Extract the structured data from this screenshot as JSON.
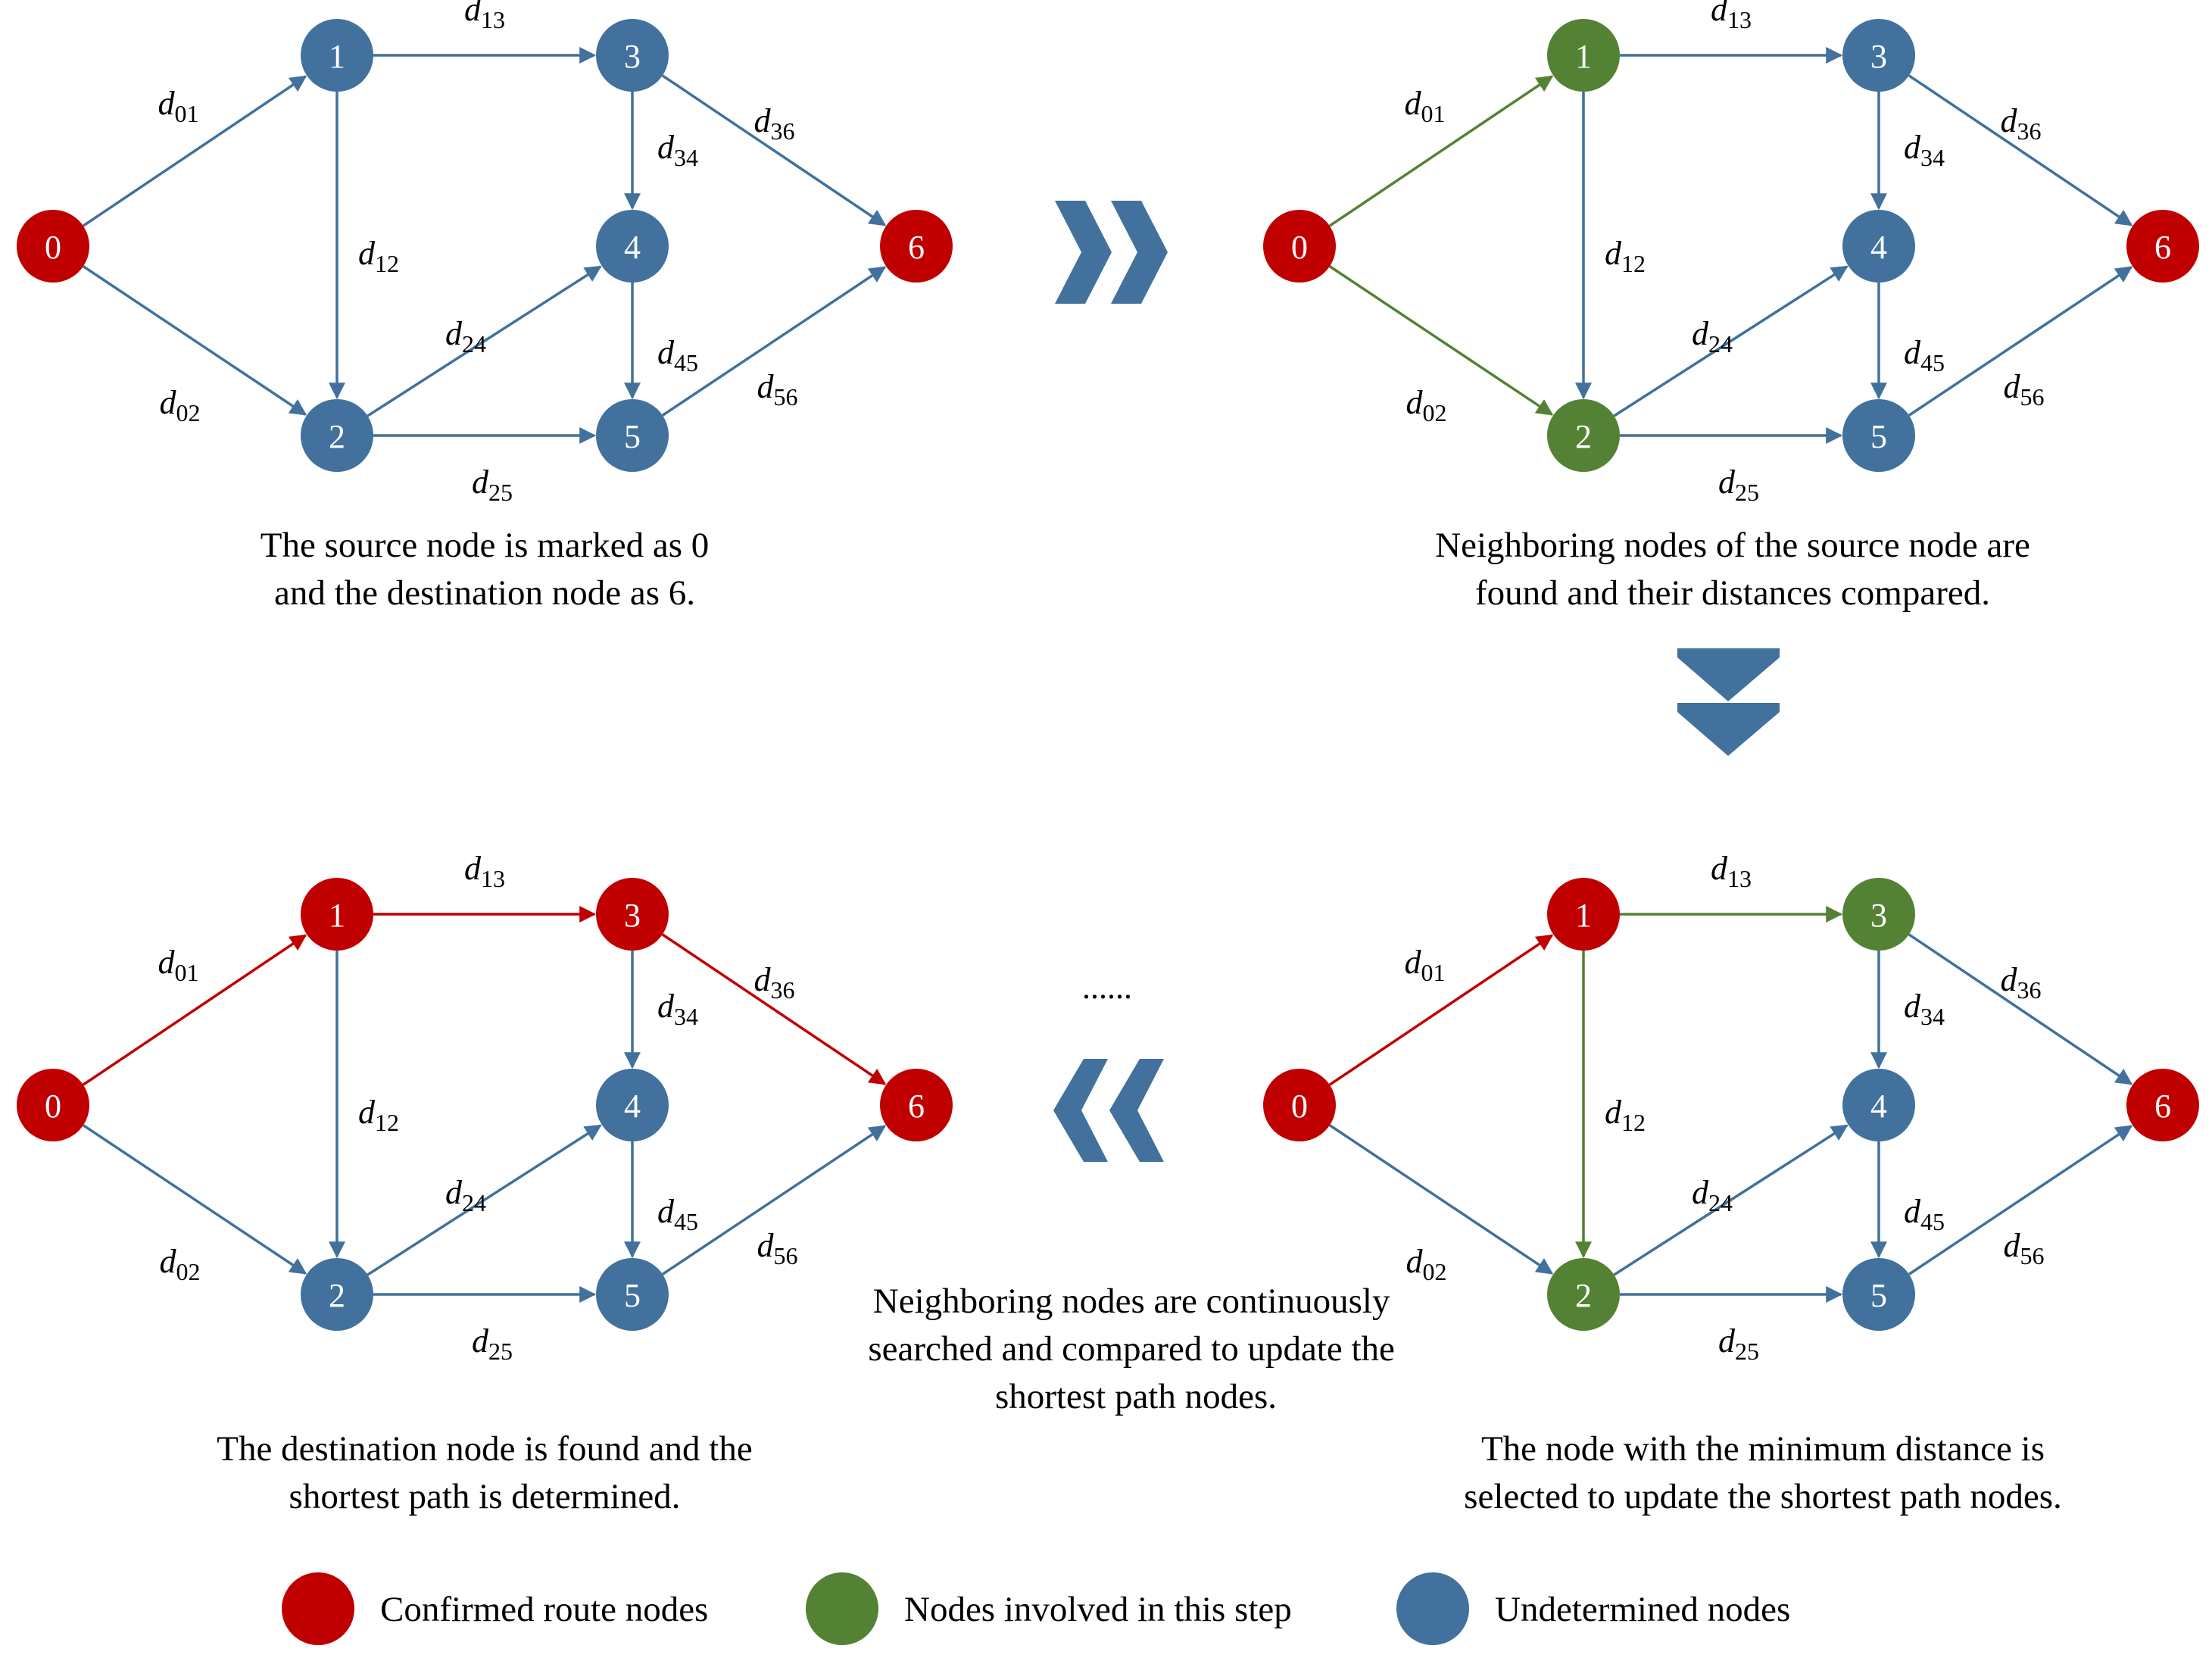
{
  "colors": {
    "confirmed": "#c00000",
    "involved": "#548235",
    "undetermined": "#41719c",
    "text": "#000000"
  },
  "graph": {
    "nodes": [
      "0",
      "1",
      "2",
      "3",
      "4",
      "5",
      "6"
    ],
    "edges": [
      {
        "from": 0,
        "to": 1,
        "label": "d",
        "sub": "01"
      },
      {
        "from": 0,
        "to": 2,
        "label": "d",
        "sub": "02"
      },
      {
        "from": 1,
        "to": 2,
        "label": "d",
        "sub": "12"
      },
      {
        "from": 1,
        "to": 3,
        "label": "d",
        "sub": "13"
      },
      {
        "from": 2,
        "to": 4,
        "label": "d",
        "sub": "24"
      },
      {
        "from": 2,
        "to": 5,
        "label": "d",
        "sub": "25"
      },
      {
        "from": 3,
        "to": 4,
        "label": "d",
        "sub": "34"
      },
      {
        "from": 3,
        "to": 6,
        "label": "d",
        "sub": "36"
      },
      {
        "from": 4,
        "to": 5,
        "label": "d",
        "sub": "45"
      },
      {
        "from": 5,
        "to": 6,
        "label": "d",
        "sub": "56"
      }
    ]
  },
  "panels": [
    {
      "id": "step-1",
      "caption": [
        "The source node is marked as 0",
        "and the destination node as 6."
      ],
      "node_states": [
        "confirmed",
        "undetermined",
        "undetermined",
        "undetermined",
        "undetermined",
        "undetermined",
        "confirmed"
      ],
      "edge_states": [
        "undetermined",
        "undetermined",
        "undetermined",
        "undetermined",
        "undetermined",
        "undetermined",
        "undetermined",
        "undetermined",
        "undetermined",
        "undetermined"
      ]
    },
    {
      "id": "step-2",
      "caption": [
        "Neighboring nodes of the source node are",
        "found and their distances compared."
      ],
      "node_states": [
        "confirmed",
        "involved",
        "involved",
        "undetermined",
        "undetermined",
        "undetermined",
        "confirmed"
      ],
      "edge_states": [
        "involved",
        "involved",
        "undetermined",
        "undetermined",
        "undetermined",
        "undetermined",
        "undetermined",
        "undetermined",
        "undetermined",
        "undetermined"
      ]
    },
    {
      "id": "step-3",
      "caption": [
        "The node with the minimum distance is",
        "selected to update the shortest path nodes."
      ],
      "node_states": [
        "confirmed",
        "confirmed",
        "involved",
        "involved",
        "undetermined",
        "undetermined",
        "confirmed"
      ],
      "edge_states": [
        "confirmed",
        "undetermined",
        "involved",
        "involved",
        "undetermined",
        "undetermined",
        "undetermined",
        "undetermined",
        "undetermined",
        "undetermined"
      ]
    },
    {
      "id": "step-final",
      "caption": [
        "The destination node is found and the",
        "shortest path is determined."
      ],
      "node_states": [
        "confirmed",
        "confirmed",
        "undetermined",
        "confirmed",
        "undetermined",
        "undetermined",
        "confirmed"
      ],
      "edge_states": [
        "confirmed",
        "undetermined",
        "undetermined",
        "confirmed",
        "undetermined",
        "undetermined",
        "undetermined",
        "confirmed",
        "undetermined",
        "undetermined"
      ]
    }
  ],
  "middle": {
    "ellipsis": "......",
    "caption": [
      "Neighboring nodes are continuously",
      "searched and compared to update the",
      "shortest path nodes."
    ]
  },
  "legend": [
    {
      "state": "confirmed",
      "label": "Confirmed route nodes"
    },
    {
      "state": "involved",
      "label": "Nodes involved in this step"
    },
    {
      "state": "undetermined",
      "label": "Undetermined nodes"
    }
  ]
}
